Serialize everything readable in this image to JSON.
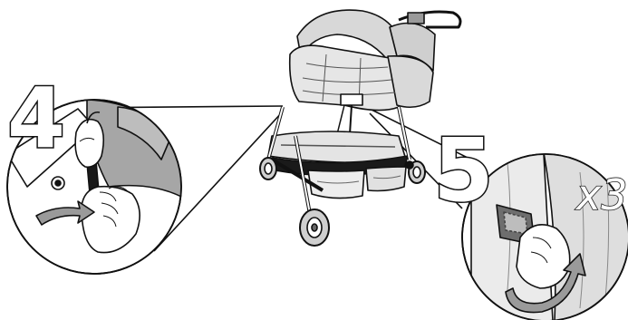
{
  "steps": [
    {
      "number": "4"
    },
    {
      "number": "5",
      "repeat": "x3"
    }
  ],
  "colors": {
    "line": "#111111",
    "shade_dark": "#6e6e6e",
    "shade_mid": "#a9a9a9",
    "shade_light": "#d8d8d8",
    "fabric": "#e8e8e8"
  },
  "icons": [
    "stroller-illustration",
    "hand-icon",
    "rotate-arrow-icon",
    "zoom-callout"
  ]
}
